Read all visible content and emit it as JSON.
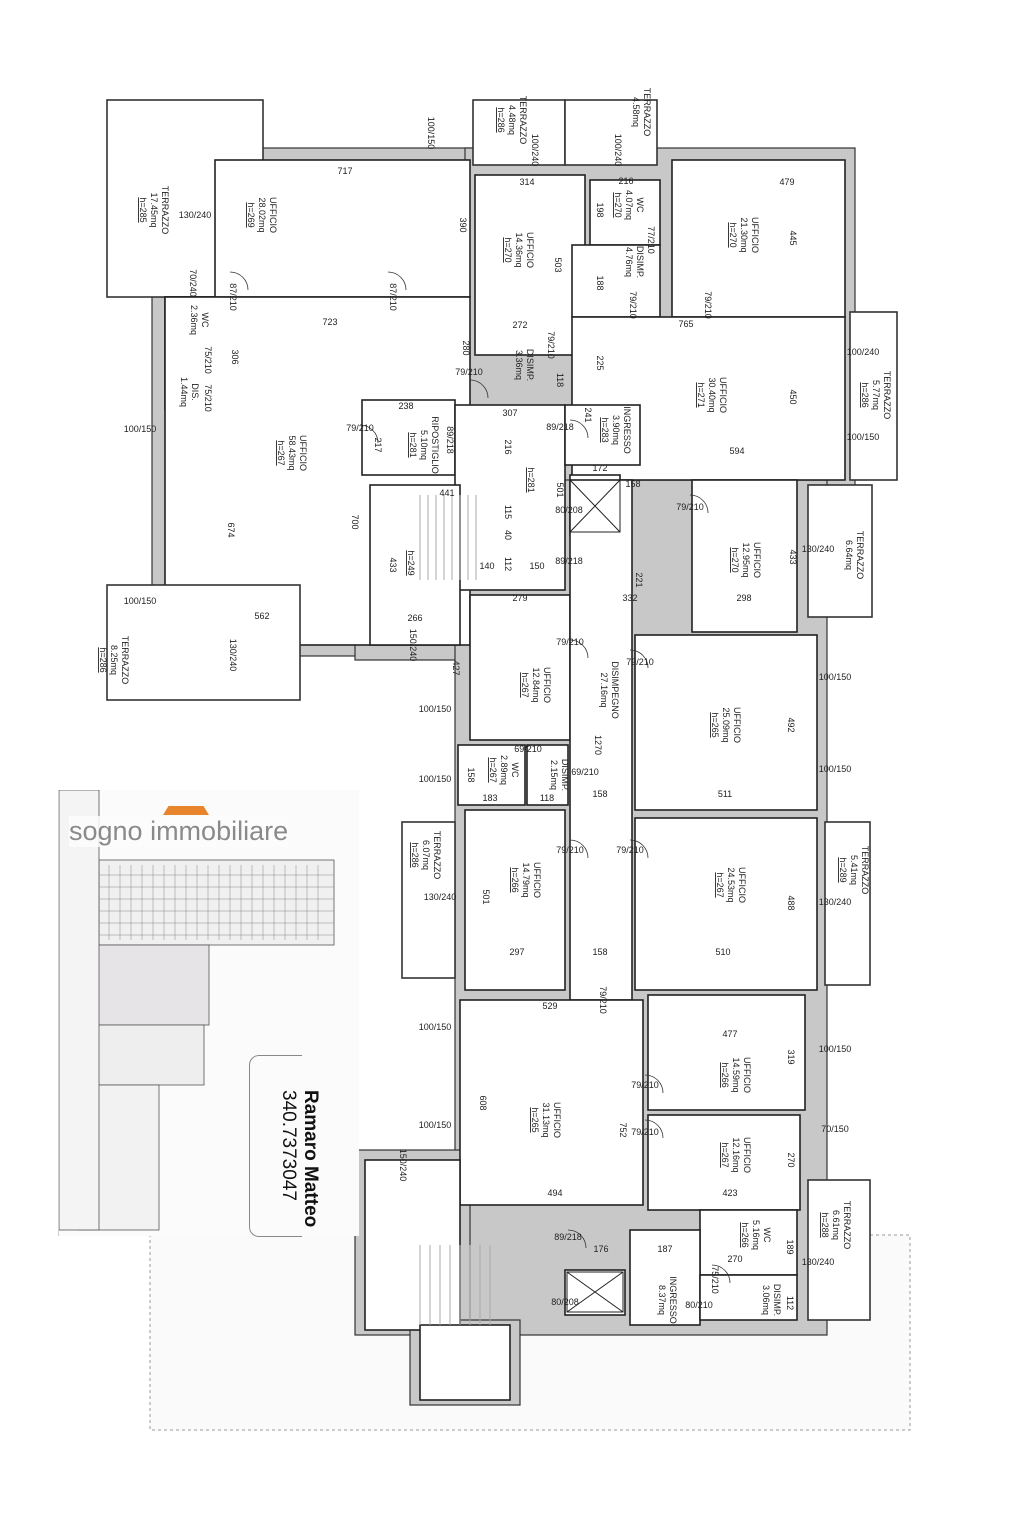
{
  "rooms": [
    {
      "name": "TERRAZZO",
      "area": "17.45mq",
      "height": "h=285"
    },
    {
      "name": "UFFICIO",
      "area": "28.02mq",
      "height": "h=269"
    },
    {
      "name": "TERRAZZO",
      "area": "4.48mq",
      "height": "h=286"
    },
    {
      "name": "TERRAZZO",
      "area": "4.58mq",
      "height": ""
    },
    {
      "name": "UFFICIO",
      "area": "14.36mq",
      "height": "h=270"
    },
    {
      "name": "WC",
      "area": "4.07mq",
      "height": "h=270"
    },
    {
      "name": "DISIMP.",
      "area": "4.76mq",
      "height": ""
    },
    {
      "name": "UFFICIO",
      "area": "21.30mq",
      "height": "h=270"
    },
    {
      "name": "WC",
      "area": "2.36mq",
      "height": ""
    },
    {
      "name": "DIS.",
      "area": "1.44mq",
      "height": ""
    },
    {
      "name": "DISIMP.",
      "area": "3.36mq",
      "height": ""
    },
    {
      "name": "UFFICIO",
      "area": "30.40mq",
      "height": "h=271"
    },
    {
      "name": "TERRAZZO",
      "area": "5.77mq",
      "height": "h=286"
    },
    {
      "name": "RIPOSTIGLIO",
      "area": "5.10mq",
      "height": "h=281"
    },
    {
      "name": "INGRESSO",
      "area": "3.90mq",
      "height": "h=283"
    },
    {
      "name": "UFFICIO",
      "area": "58.43mq",
      "height": "h=267"
    },
    {
      "name": "UFFICIO",
      "area": "12.95mq",
      "height": "h=270"
    },
    {
      "name": "TERRAZZO",
      "area": "6.64mq",
      "height": ""
    },
    {
      "name": "",
      "area": "",
      "height": "h=281"
    },
    {
      "name": "",
      "area": "",
      "height": "h=249"
    },
    {
      "name": "TERRAZZO",
      "area": "8.25mq",
      "height": "h=286"
    },
    {
      "name": "UFFICIO",
      "area": "12.84mq",
      "height": "h=267"
    },
    {
      "name": "DISIMPEGNO",
      "area": "27.16mq",
      "height": ""
    },
    {
      "name": "UFFICIO",
      "area": "25.09mq",
      "height": "h=265"
    },
    {
      "name": "WC",
      "area": "2.89mq",
      "height": "h=267"
    },
    {
      "name": "DISIMP.",
      "area": "2.15mq",
      "height": ""
    },
    {
      "name": "TERRAZZO",
      "area": "6.07mq",
      "height": "h=286"
    },
    {
      "name": "UFFICIO",
      "area": "14.79mq",
      "height": "h=266"
    },
    {
      "name": "UFFICIO",
      "area": "24.53mq",
      "height": "h=267"
    },
    {
      "name": "TERRAZZO",
      "area": "5.41mq",
      "height": "h=289"
    },
    {
      "name": "UFFICIO",
      "area": "31.13mq",
      "height": "h=265"
    },
    {
      "name": "UFFICIO",
      "area": "14.59mq",
      "height": "h=266"
    },
    {
      "name": "UFFICIO",
      "area": "12.16mq",
      "height": "h=267"
    },
    {
      "name": "WC",
      "area": "5.16mq",
      "height": "h=266"
    },
    {
      "name": "TERRAZZO",
      "area": "6.61mq",
      "height": "h=288"
    },
    {
      "name": "INGRESSO",
      "area": "8.37mq",
      "height": ""
    },
    {
      "name": "DISIMP.",
      "area": "3.06mq",
      "height": ""
    }
  ],
  "dimensions": [
    "717",
    "390",
    "723",
    "306",
    "280",
    "314",
    "503",
    "272",
    "118",
    "216",
    "198",
    "188",
    "765",
    "479",
    "445",
    "225",
    "450",
    "594",
    "238",
    "307",
    "216",
    "501",
    "441",
    "115",
    "40",
    "112",
    "140",
    "150",
    "433",
    "674",
    "700",
    "562",
    "266",
    "279",
    "427",
    "158",
    "221",
    "332",
    "433",
    "298",
    "492",
    "511",
    "1270",
    "158",
    "183",
    "118",
    "158",
    "501",
    "297",
    "488",
    "510",
    "158",
    "529",
    "608",
    "752",
    "494",
    "477",
    "319",
    "270",
    "423",
    "270",
    "189",
    "187",
    "176",
    "112",
    "217",
    "241",
    "172"
  ],
  "openings": [
    "100/150",
    "130/240",
    "70/240",
    "87/210",
    "87/210",
    "100/150",
    "100/150",
    "130/240",
    "79/210",
    "79/210",
    "89/218",
    "89/218",
    "80/208",
    "89/218",
    "150/240",
    "79/210",
    "100/150",
    "100/150",
    "79/210",
    "130/240",
    "100/150",
    "100/150",
    "79/210",
    "79/210",
    "79/210",
    "130/240",
    "130/240",
    "100/150",
    "100/150",
    "79/210",
    "79/210",
    "100/150",
    "70/150",
    "130/240",
    "89/218",
    "80/208",
    "150/240",
    "80/210",
    "75/210",
    "79/210",
    "79/210",
    "77/210",
    "79/210",
    "79/210",
    "100/240",
    "100/240",
    "100/240",
    "100/150",
    "75/210",
    "75/210",
    "69/210",
    "69/210"
  ],
  "branding": {
    "logo_text": "sogno immobiliare",
    "agent_name": "Ramaro Matteo",
    "agent_phone": "340.7373047"
  }
}
